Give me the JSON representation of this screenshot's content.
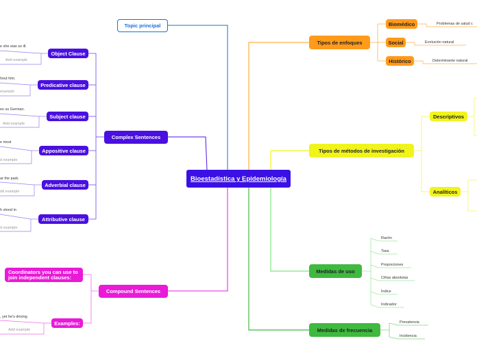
{
  "central": "Bioestadística y Epidemiología",
  "topic": "Topic principal",
  "complex": {
    "label": "Complex Sentences",
    "children": [
      {
        "label": "Object Clause",
        "example": "e she was so ill.",
        "hint": "Add example"
      },
      {
        "label": "Predicative clause",
        "example": "hout him.",
        "hint": "example"
      },
      {
        "label": "Subject clause",
        "example": "es us German.",
        "hint": "Add example"
      },
      {
        "label": "Appositive clause",
        "example": "e most",
        "hint": "d example"
      },
      {
        "label": "Adverbial clause",
        "example": "ar the park.",
        "hint": "dd example"
      },
      {
        "label": "Attributive clause",
        "example": "h stood in",
        "hint": "d example"
      }
    ]
  },
  "compound": {
    "label": "Compound Sentences",
    "coordinators": "Coordinators you can use to join independent clauses:",
    "examples": "Examples:",
    "example_text": ", yet he's driving.",
    "hint": "Add example"
  },
  "enfoques": {
    "label": "Tipos de enfoques",
    "children": [
      {
        "label": "Biomédico",
        "text": "Problemas de salud c"
      },
      {
        "label": "Social",
        "text": "Evolución natural"
      },
      {
        "label": "Histórico",
        "text": "Determinante natural"
      }
    ]
  },
  "metodos": {
    "label": "Tipos de métodos de investigación",
    "children": [
      "Descriptivos",
      "Analíticos"
    ]
  },
  "uso": {
    "label": "Medidas de uso",
    "children": [
      "Razón",
      "Tasa",
      "Proporciones",
      "Cifras absolutas",
      "Índice",
      "Indicador"
    ]
  },
  "frecuencia": {
    "label": "Medidas de frecuencia",
    "children": [
      "Prevalencia",
      "Incidencia"
    ]
  },
  "colors": {
    "central": "#3a10e5",
    "purple": "#4a10e0",
    "magenta": "#e91ad8",
    "orange": "#ff9a1a",
    "yellow": "#f1f41a",
    "green": "#3fb93f",
    "topic": "#1a6fd6"
  }
}
